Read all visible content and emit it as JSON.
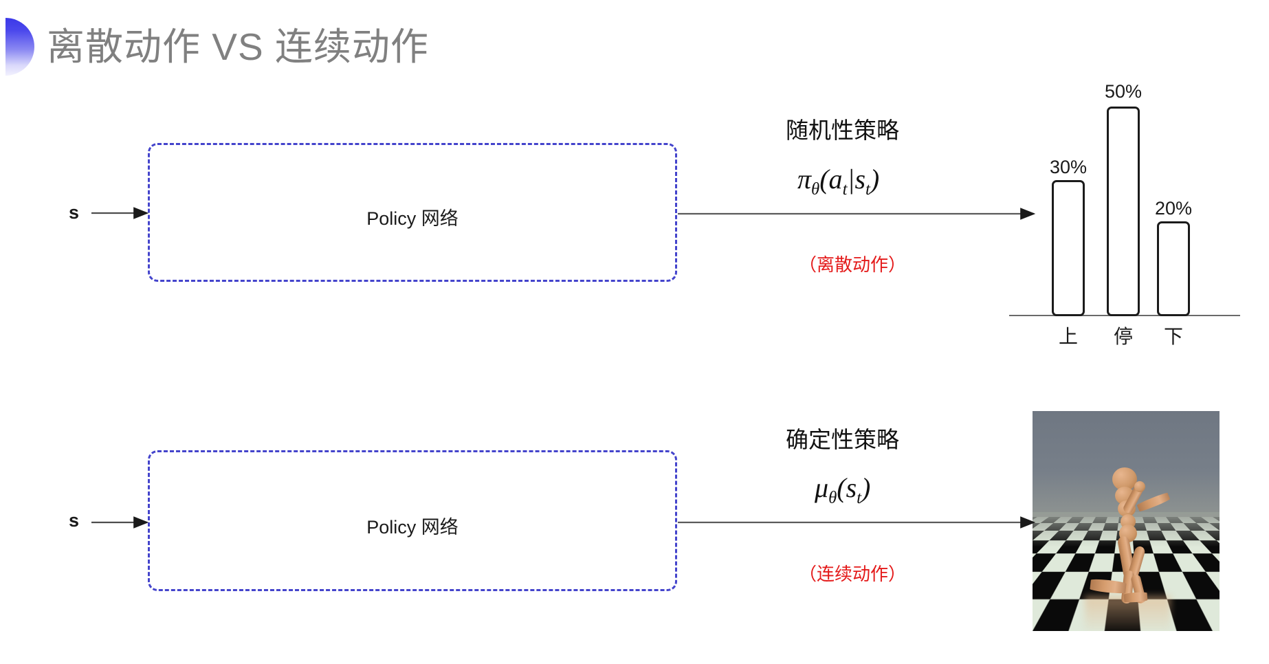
{
  "slide": {
    "title": "离散动作 VS 连续动作",
    "decoration_icon": "half-circle-gradient-icon",
    "accent_color": "#3b38e8",
    "title_color": "#808080",
    "background_color": "#ffffff"
  },
  "rows": [
    {
      "id": "discrete",
      "state_label": "s",
      "box_label": "Policy 网络",
      "policy_type": "随机性策略",
      "formula_main": "π",
      "formula_sub": "θ",
      "formula_args": "(a",
      "formula_args_sub": "t",
      "formula_pipe": "|s",
      "formula_args_sub2": "t",
      "formula_close": ")",
      "note": "（离散动作）",
      "note_color": "#e41a1a",
      "output_kind": "bar-chart"
    },
    {
      "id": "continuous",
      "state_label": "s",
      "box_label": "Policy 网络",
      "policy_type": "确定性策略",
      "formula_main": "μ",
      "formula_sub": "θ",
      "formula_args": "(s",
      "formula_args_sub": "t",
      "formula_close": ")",
      "note": "（连续动作）",
      "note_color": "#e41a1a",
      "output_kind": "humanoid-render"
    }
  ],
  "chart_data": {
    "type": "bar",
    "title": "",
    "categories": [
      "上",
      "停",
      "下"
    ],
    "values": [
      30,
      50,
      20
    ],
    "value_labels": [
      "30%",
      "50%",
      "20%"
    ],
    "ylabel": "",
    "xlabel": "",
    "ylim": [
      0,
      60
    ],
    "grid": false,
    "legend": "none",
    "bar_fill": "#ffffff",
    "bar_stroke": "#1b1b1b"
  },
  "humanoid": {
    "alt": "MuJoCo humanoid running on checkerboard floor",
    "sky_color": "#6f7782",
    "floor_colors": [
      "#0a0a0a",
      "#dfe9da"
    ],
    "body_color": "#d59c6d"
  }
}
